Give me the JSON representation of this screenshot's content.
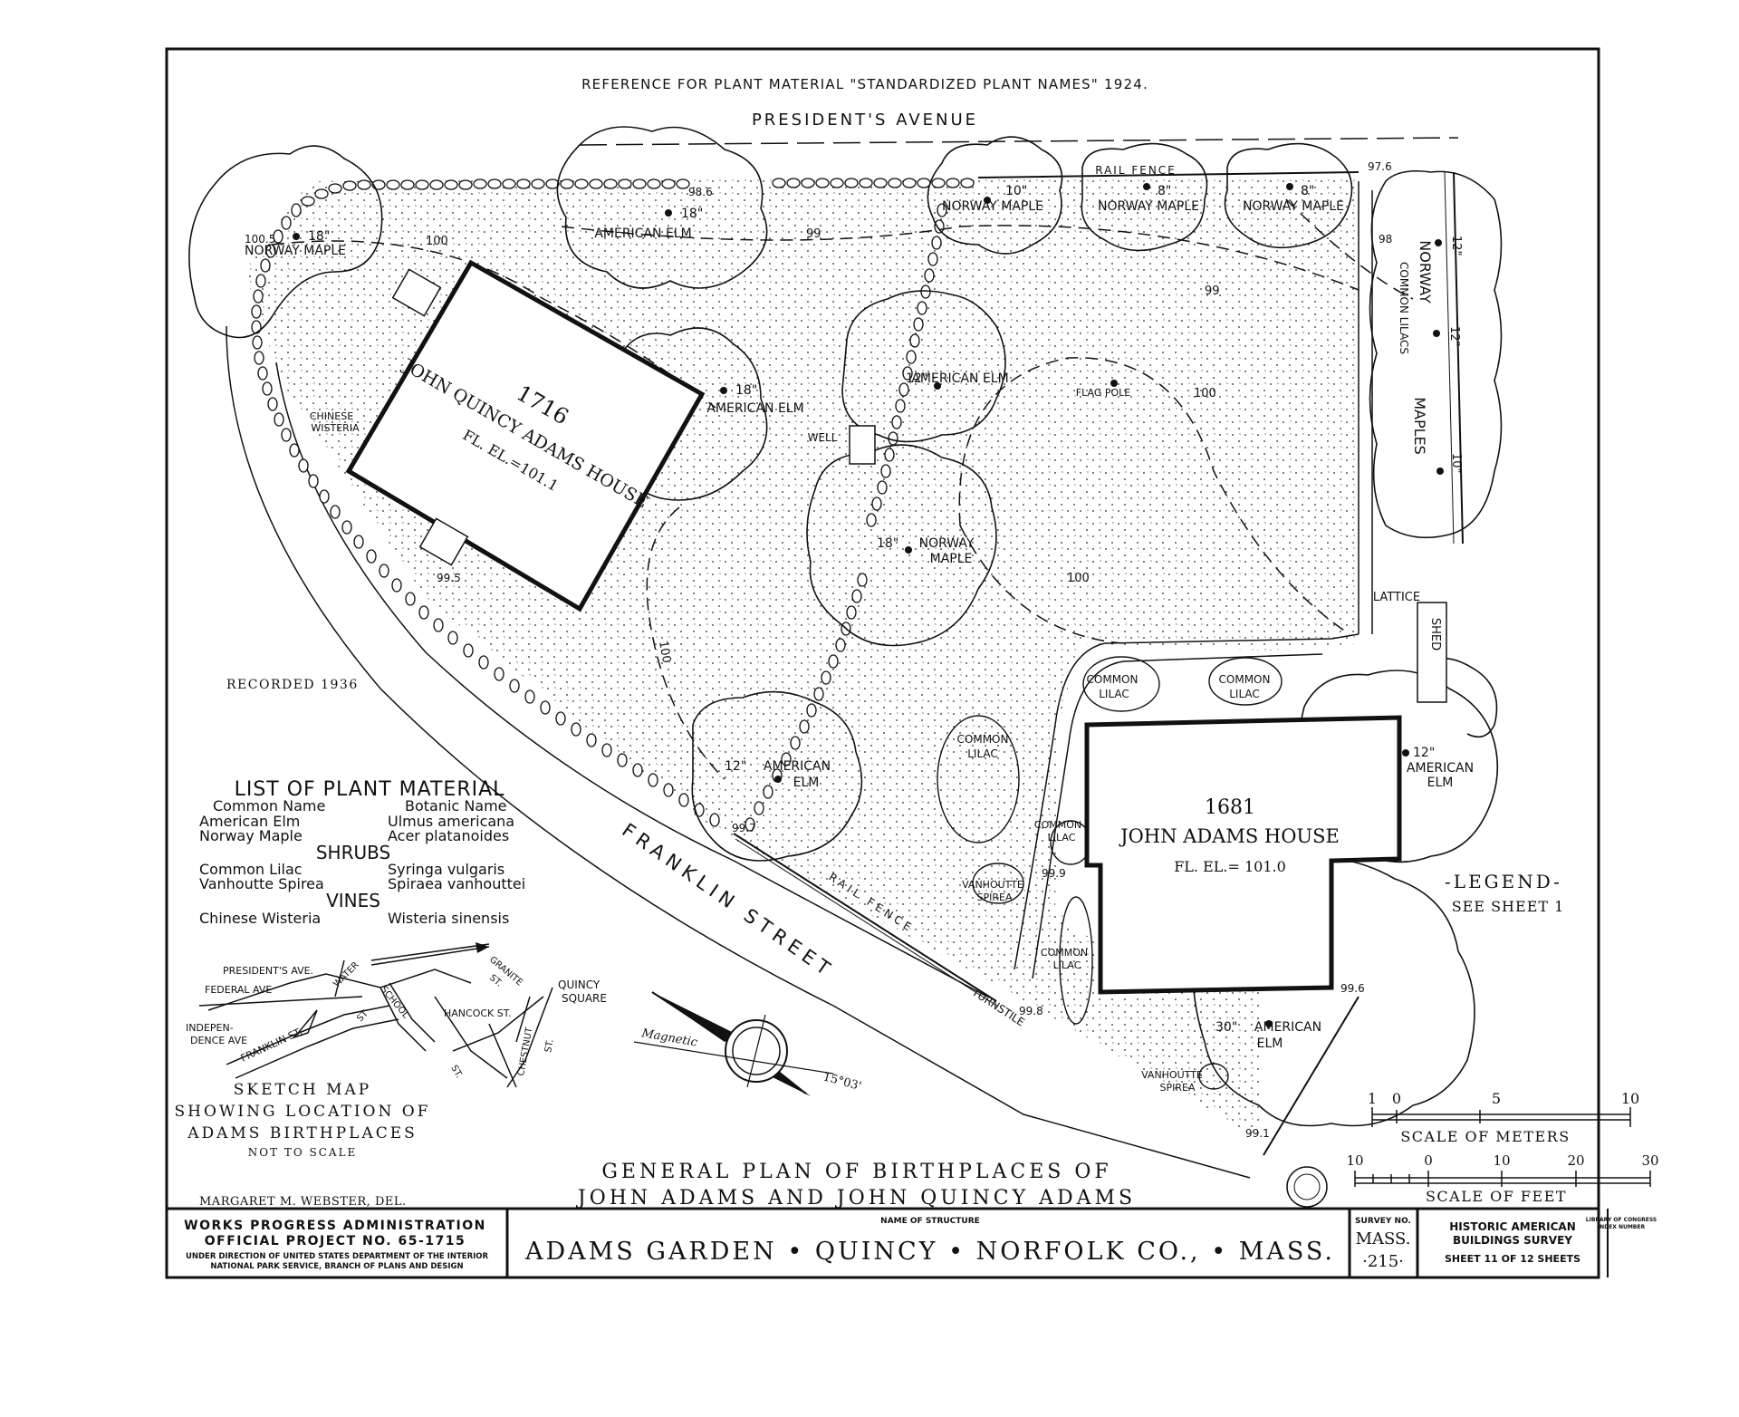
{
  "header": {
    "reference": "REFERENCE FOR PLANT MATERIAL \"STANDARDIZED PLANT NAMES\" 1924.",
    "presidents_avenue": "PRESIDENT'S AVENUE"
  },
  "streets": {
    "franklin": "FRANKLIN STREET",
    "rail_fence_top": "RAIL FENCE",
    "rail_fence_bottom": "RAIL FENCE",
    "turnstile": "TURNSTILE"
  },
  "houses": {
    "jqa_year": "1716",
    "jqa_name": "JOHN QUINCY ADAMS HOUSE",
    "jqa_fl": "FL. EL.=101.1",
    "ja_year": "1681",
    "ja_name": "JOHN ADAMS HOUSE",
    "ja_fl": "FL. EL.= 101.0"
  },
  "trees": {
    "nm18_size": "18\"",
    "nm18_name": "NORWAY MAPLE",
    "ae18_top_size": "18\"",
    "ae18_top_name": "AMERICAN ELM",
    "nm10_size": "10\"",
    "nm10_name": "NORWAY MAPLE",
    "nm8a_size": "8\"",
    "nm8a_name": "NORWAY MAPLE",
    "nm8b_size": "8\"",
    "nm8b_name": "NORWAY MAPLE",
    "ae18_mid_size": "18\"",
    "ae18_mid_name": "AMERICAN ELM",
    "ae12_mid_size": "12\"",
    "ae12_mid_name": "AMERICAN ELM",
    "nm18_center_size": "18\"",
    "nm18_center_name1": "NORWAY",
    "nm18_center_name2": "MAPLE",
    "ae12_low_size": "12\"",
    "ae12_low_name": "AMERICAN",
    "ae12_low_name2": "ELM",
    "ae12_right_size": "12\"",
    "ae12_right_name": "AMERICAN",
    "ae12_right_name2": "ELM",
    "ae30_size": "30\"",
    "ae30_name": "AMERICAN",
    "ae30_name2": "ELM",
    "right_norway": "NORWAY",
    "right_maples": "MAPLES",
    "right_lilacs": "COMMON LILACS",
    "right_12a": "12\"",
    "right_12b": "12\"",
    "right_10": "10\""
  },
  "shrubs": {
    "chinese": "CHINESE",
    "wisteria": "WISTERIA",
    "well": "WELL",
    "flag_pole": "FLAG POLE",
    "lattice": "LATTICE",
    "shed": "SHED",
    "lilac1_a": "COMMON",
    "lilac1_b": "LILAC",
    "lilac2_a": "COMMON",
    "lilac2_b": "LILAC",
    "lilac3_a": "COMMON",
    "lilac3_b": "LILAC",
    "lilac4_a": "COMMON",
    "lilac4_b": "LILAC",
    "lilac5_a": "COMMON",
    "lilac5_b": "LILAC",
    "spirea1_a": "VANHOUTTE",
    "spirea1_b": "SPIREA",
    "spirea2_a": "VANHOUTTE",
    "spirea2_b": "SPIREA"
  },
  "elevations": {
    "e1": "100.5",
    "e2": "98.6",
    "e3": "97.6",
    "e4": "98",
    "e5": "99.5",
    "e6": "99.7",
    "e7": "99.9",
    "e8": "99.8",
    "e9": "99.6",
    "e10": "99.1",
    "c100a": "100",
    "c99a": "99",
    "c99b": "99",
    "c100b": "100",
    "c100c": "100",
    "c100d": "100"
  },
  "recorded": "RECORDED 1936",
  "plant_list": {
    "title": "LIST OF PLANT MATERIAL",
    "col_common": "Common Name",
    "col_botanic": "Botanic Name",
    "r1_common": "American Elm",
    "r1_botanic": "Ulmus americana",
    "r2_common": "Norway Maple",
    "r2_botanic": "Acer platanoides",
    "shrubs": "SHRUBS",
    "r3_common": "Common Lilac",
    "r3_botanic": "Syringa vulgaris",
    "r4_common": "Vanhoutte Spirea",
    "r4_botanic": "Spiraea vanhouttei",
    "vines": "VINES",
    "r5_common": "Chinese Wisteria",
    "r5_botanic": "Wisteria sinensis"
  },
  "sketch_map": {
    "presidents_ave": "PRESIDENT'S AVE.",
    "federal_ave": "FEDERAL AVE",
    "water_st": "WATER",
    "water_st2": "ST",
    "school": "SCHOOL",
    "granite": "GRANITE",
    "granite2": "ST.",
    "quincy": "QUINCY",
    "square": "SQUARE",
    "indep1": "INDEPEN-",
    "indep2": "DENCE AVE",
    "franklin": "FRANKLIN ST.",
    "hancock": "HANCOCK ST.",
    "st": "ST.",
    "chestnut": "CHESTNUT",
    "chestnut2": "ST.",
    "title1": "SKETCH MAP",
    "title2": "SHOWING LOCATION OF",
    "title3": "ADAMS BIRTHPLACES",
    "note": "NOT TO SCALE"
  },
  "compass": {
    "magnetic": "Magnetic",
    "declination": "15°03'"
  },
  "legend": {
    "title": "-LEGEND-",
    "see": "SEE SHEET 1"
  },
  "scales": {
    "meters_ticks": [
      "0",
      "5",
      "10"
    ],
    "meters_first": "1",
    "meters_label": "SCALE OF METERS",
    "feet_ticks": [
      "10",
      "0",
      "10",
      "20",
      "30"
    ],
    "feet_label": "SCALE OF FEET"
  },
  "plan_title": {
    "line1": "GENERAL PLAN OF BIRTHPLACES OF",
    "line2": "JOHN ADAMS AND JOHN QUINCY ADAMS"
  },
  "delineator": "MARGARET M. WEBSTER, DEL.",
  "title_block": {
    "wpa1": "WORKS PROGRESS ADMINISTRATION",
    "wpa2": "OFFICIAL PROJECT NO. 65-1715",
    "wpa3": "UNDER DIRECTION OF UNITED STATES DEPARTMENT OF THE INTERIOR",
    "wpa4": "NATIONAL PARK SERVICE, BRANCH OF PLANS AND DESIGN",
    "name_label": "NAME OF STRUCTURE",
    "name": "ADAMS GARDEN • QUINCY • NORFOLK CO., • MASS.",
    "survey_label": "SURVEY NO.",
    "survey1": "MASS.",
    "survey2": "·215·",
    "habs1": "HISTORIC AMERICAN",
    "habs2": "BUILDINGS SURVEY",
    "sheet": "SHEET 11 OF 12 SHEETS",
    "loc1": "LIBRARY OF CONGRESS",
    "loc2": "INDEX NUMBER"
  }
}
